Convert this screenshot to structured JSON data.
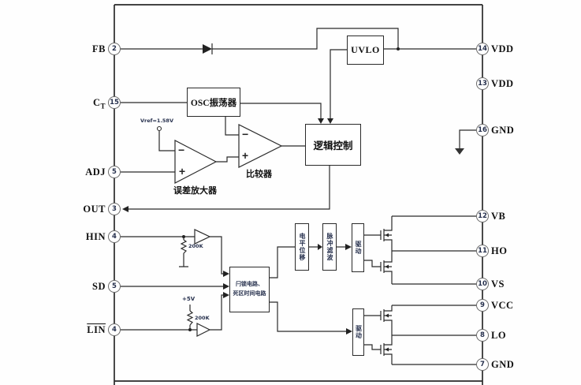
{
  "figure": {
    "type": "ic-internal-block-diagram",
    "description": "gate-driver IC functional block diagram"
  },
  "colors": {
    "line": "#2a2a2a",
    "background": "#fefefe",
    "small_text_ink": "#26304d",
    "label_ink": "#111111"
  },
  "pins": {
    "left": [
      {
        "name": "FB",
        "num": "2"
      },
      {
        "name": "C",
        "sub": "T",
        "num": "15"
      },
      {
        "name": "ADJ",
        "num": "5"
      },
      {
        "name": "OUT",
        "num": "3"
      },
      {
        "name": "HIN",
        "num": "4"
      },
      {
        "name": "SD",
        "num": "5"
      },
      {
        "name": "LIN",
        "num": "4",
        "overline": true
      }
    ],
    "right": [
      {
        "name": "VDD",
        "num": "14"
      },
      {
        "name": "VDD",
        "num": "13"
      },
      {
        "name": "GND",
        "num": "16"
      },
      {
        "name": "VB",
        "num": "12"
      },
      {
        "name": "HO",
        "num": "11"
      },
      {
        "name": "VS",
        "num": "10"
      },
      {
        "name": "VCC",
        "num": "9"
      },
      {
        "name": "LO",
        "num": "8"
      },
      {
        "name": "GND",
        "num": "7"
      }
    ]
  },
  "blocks": {
    "uvlo": "UVLO",
    "osc": "OSC振荡器",
    "logic": "逻辑控制",
    "latch_line1": "闩锁电路、",
    "latch_line2": "死区时间电路",
    "level_shift": "电平位移",
    "pulse_filter": "脉冲滤波",
    "drive_high": "驱动",
    "drive_low": "驱动",
    "error_amp_label": "误差放大器",
    "comparator_label": "比较器"
  },
  "annotations": {
    "vref": "Vref=1.58V",
    "v5": "+5V",
    "r_hin": "200K",
    "r_lin": "200K",
    "minus": "−",
    "plus": "+"
  }
}
